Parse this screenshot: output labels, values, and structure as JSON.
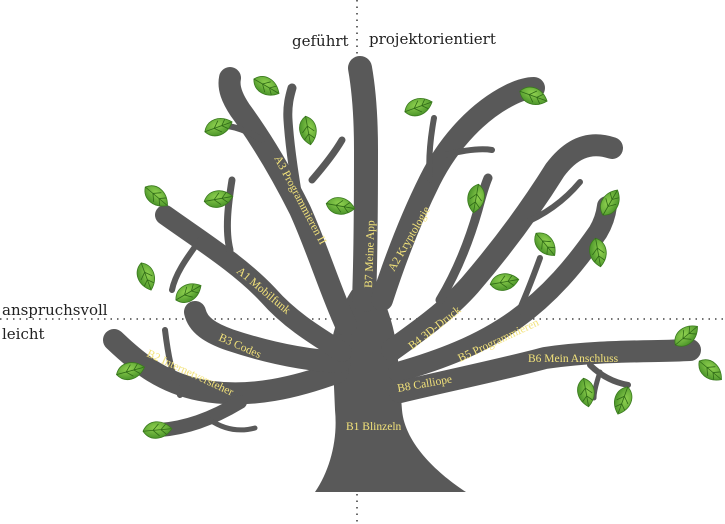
{
  "axes": {
    "top_left": "geführt",
    "top_right": "projektorientiert",
    "left_upper": "anspruchsvoll",
    "left_lower": "leicht"
  },
  "branches": {
    "b1": "B1 Blinzeln",
    "b2": "B2 Internetversteher",
    "b3": "B3 Codes",
    "b4": "B4 3D-Druck",
    "b5": "B5 Programmieren",
    "b6": "B6 Mein Anschluss",
    "b7": "B7 Meine App",
    "b8": "B8 Calliope",
    "a1": "A1 Mobilfunk",
    "a2": "A2 Kryptologie",
    "a3": "A3 Programmieren II"
  },
  "colors": {
    "tree": "#595959",
    "label": "#f2e27a",
    "leaf": "#4c9a2a",
    "leaf_light": "#8fd14f",
    "leaf_vein": "#2f6a17"
  },
  "icon": "leaf-icon"
}
